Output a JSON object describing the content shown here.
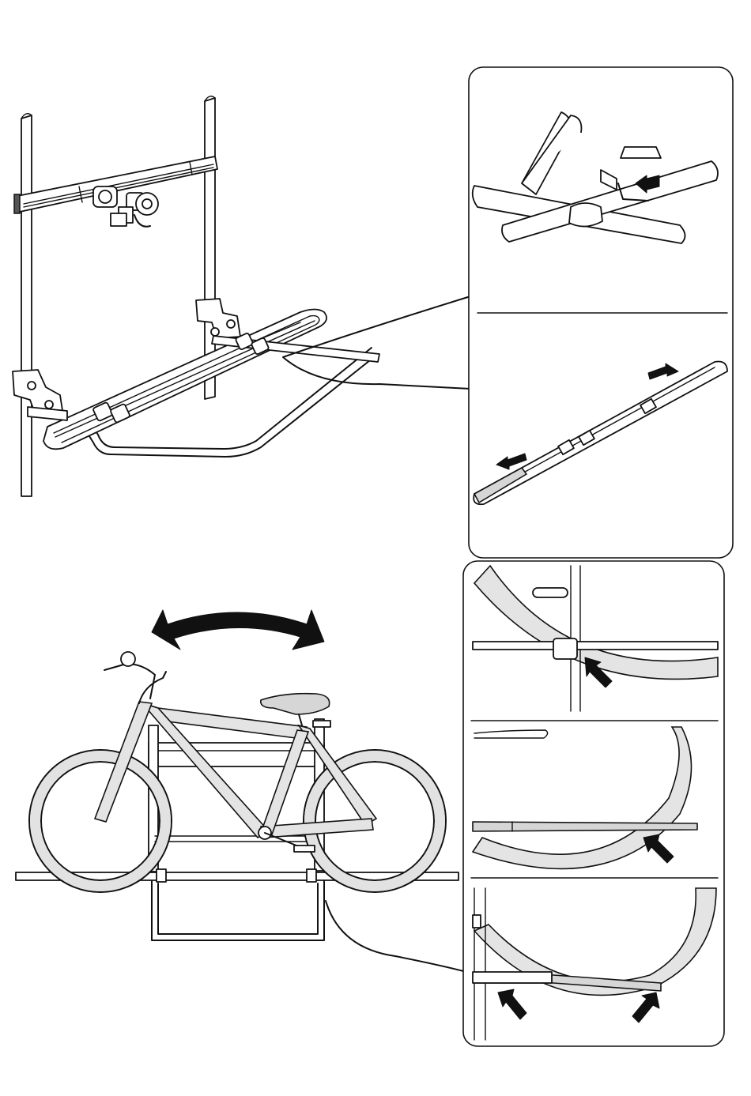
{
  "figure": {
    "kind": "assembly instruction illustration",
    "panels": [
      {
        "id": "rack-mounted-on-posts",
        "icon": "bike-rack-assembly-icon"
      },
      {
        "id": "detail-hex-key-tightening",
        "icon": "hex-key-icon"
      },
      {
        "id": "detail-extend-wheel-tray",
        "icon": "extend-arrows-icon"
      },
      {
        "id": "bike-on-rack-side-view",
        "icon": "bicycle-icon"
      },
      {
        "id": "detail-wheel-holder-front",
        "icon": "wheel-holder-icon"
      },
      {
        "id": "detail-wheel-in-rail",
        "icon": "rail-icon"
      },
      {
        "id": "detail-wheel-strap",
        "icon": "strap-icon"
      }
    ],
    "arrow_icons": [
      "black-arrow-icon",
      "double-headed-curved-arrow-icon"
    ],
    "colors": {
      "line": "#111111",
      "fill_grey": "#d6d6d6",
      "background": "#ffffff"
    }
  }
}
